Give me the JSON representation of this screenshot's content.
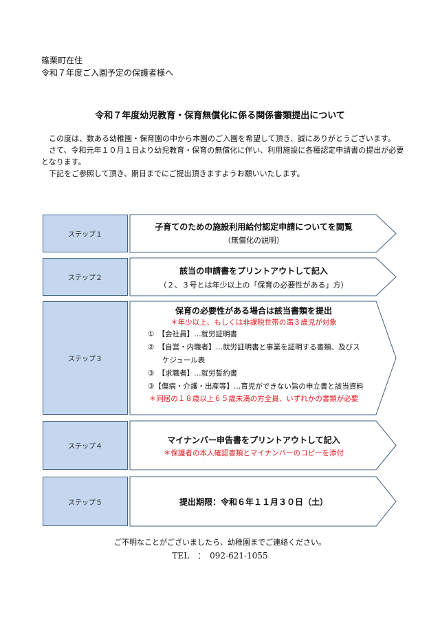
{
  "address": {
    "line1": "篠栗町在住",
    "line2": "令和７年度ご入園予定の保護者様へ"
  },
  "title": "令和７年度幼児教育・保育無償化に係る関係書類提出について",
  "intro": {
    "p1": "　この度は、数ある幼稚園・保育園の中から本園のご入園を希望して頂き、誠にありがとうございます。",
    "p2": "　さて、令和元年１０月１日より幼児教育・保育の無償化に伴い、利用施設に各種認定申請書の提出が必要となります。",
    "p3": "　下記をご参照して頂き、期日までにご提出頂きますようお願いいたします。"
  },
  "steps": [
    {
      "label": "ステップ１",
      "heading": "子育てのための施設利用給付認定申請についてを閲覧",
      "sub": "（無償化の説明）"
    },
    {
      "label": "ステップ２",
      "heading": "該当の申請書をプリントアウトして記入",
      "sub": "（２、３号とは年少以上の「保育の必要性がある」方）"
    },
    {
      "label": "ステップ３",
      "heading": "保育の必要性がある場合は該当書類を提出",
      "note": "＊年少以上、もしくは非課税世帯の満３歳児が対象",
      "items": [
        "①　【会社員】…就労証明書",
        "②　【自営・内職者】…就労証明書と事業を証明する書類、及びス",
        "　　ケジュール表",
        "③　【求職者】…就労誓約書",
        "③【傷病・介護・出産等】…育児ができない旨の申立書と該当資料"
      ],
      "note2": "＊同居の１８歳以上６５歳未満の方全員、いずれかの書類が必要"
    },
    {
      "label": "ステップ４",
      "heading": "マイナンバー申告書をプリントアウトして記入",
      "note": "＊保護者の本人確認書類とマイナンバーのコピーを添付"
    },
    {
      "label": "ステップ５",
      "heading": "提出期限：令和６年１１月３０日（土）"
    }
  ],
  "footer": {
    "note": "ご不明なことがございましたら、幼稚園までご連絡ください。",
    "tel": "TEL　：　092-621-1055"
  },
  "colors": {
    "step_fill": "#c4d7ee",
    "border": "#3e5f80",
    "accent_red": "#e8141c"
  }
}
